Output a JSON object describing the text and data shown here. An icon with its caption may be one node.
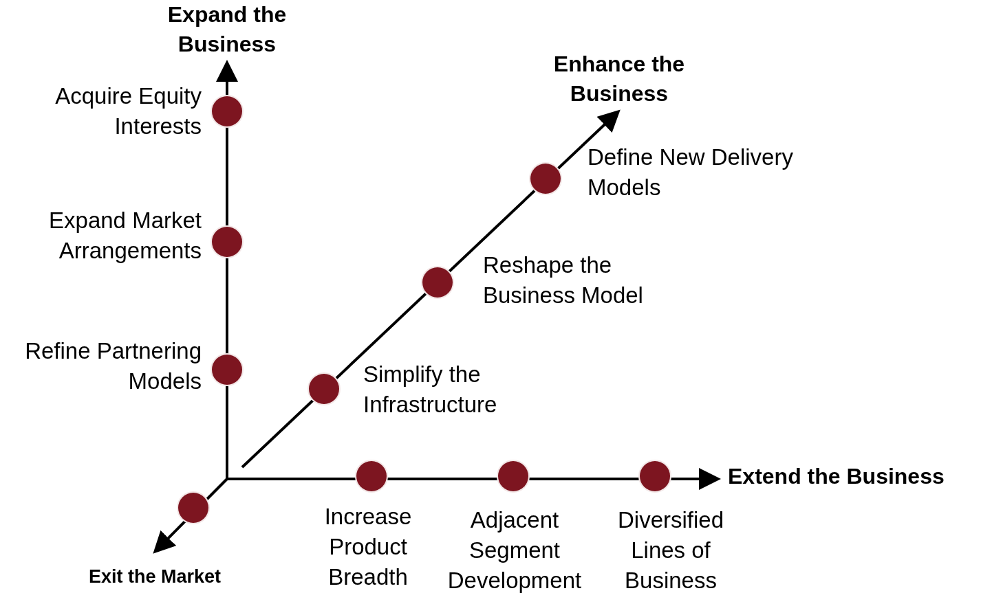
{
  "diagram": {
    "nodes": [
      {
        "text": [],
        "shape": "circle",
        "beside": [
          "Acquire Equity Interests"
        ]
      },
      {
        "text": [],
        "shape": "circle",
        "beside": [
          "Expand Market Arrangements"
        ]
      },
      {
        "text": [],
        "shape": "circle",
        "beside": [
          "Refine Partnering Models"
        ]
      },
      {
        "text": [],
        "shape": "circle",
        "beside": [
          "Define New Delivery Models"
        ]
      },
      {
        "text": [],
        "shape": "circle",
        "beside": [
          "Reshape the Business Model"
        ]
      },
      {
        "text": [],
        "shape": "circle",
        "beside": [
          "Simplify the Infrastructure"
        ]
      },
      {
        "text": [],
        "shape": "circle"
      },
      {
        "text": [],
        "shape": "circle",
        "beside": [
          "Increase Product Breadth"
        ]
      },
      {
        "text": [],
        "shape": "circle",
        "beside": [
          "Adjacent Segment Development"
        ]
      },
      {
        "text": [],
        "shape": "circle",
        "beside": [
          "Diversified Lines of Business"
        ]
      }
    ],
    "edges": [],
    "labels": [
      "Expand the Business",
      "Enhance the Business",
      "Extend the Business",
      "Exit the Market"
    ]
  }
}
